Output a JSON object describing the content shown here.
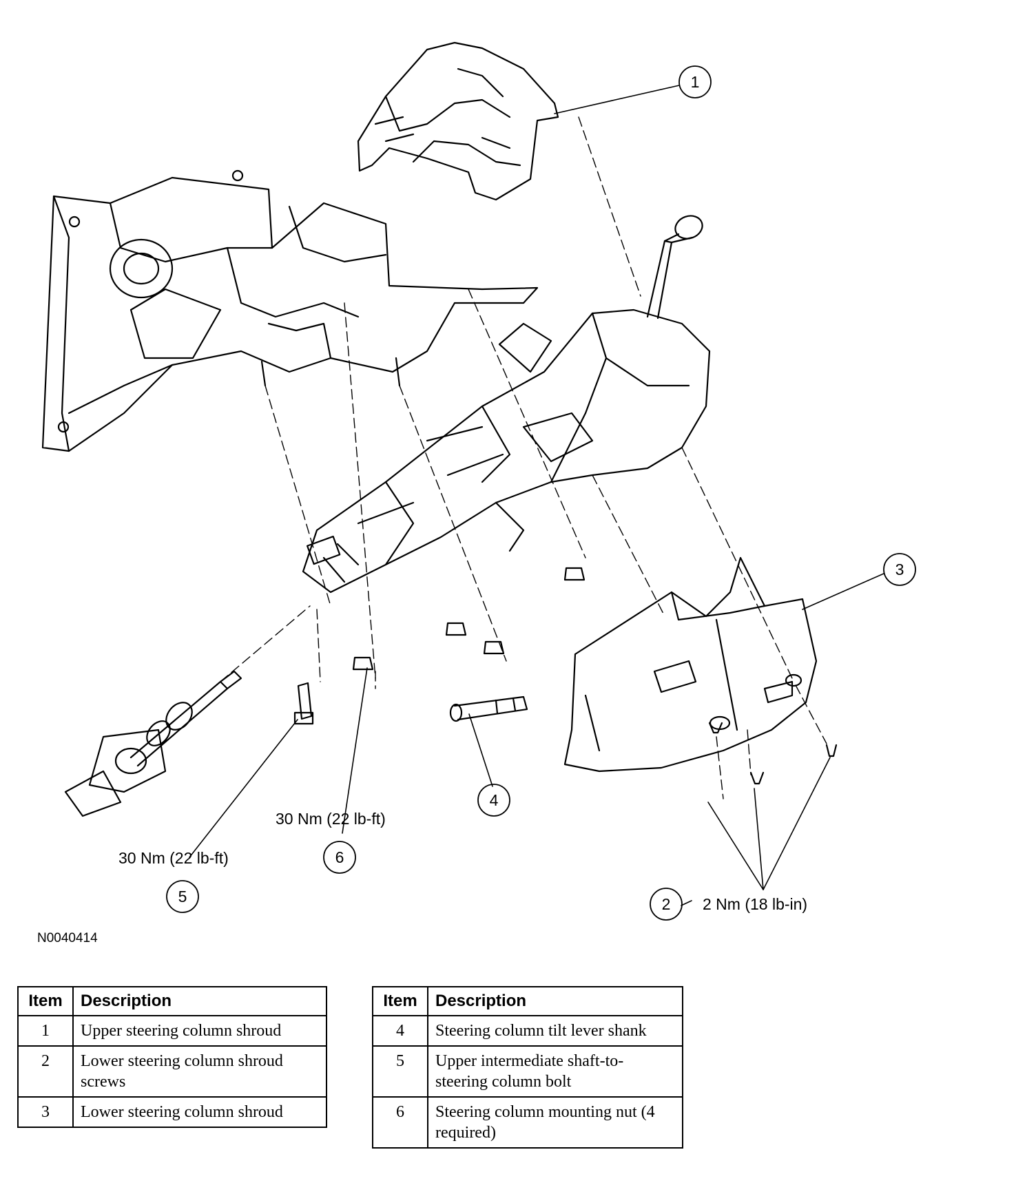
{
  "callouts": [
    {
      "number": "1"
    },
    {
      "number": "2",
      "torque": "2 Nm (18 lb-in)"
    },
    {
      "number": "3"
    },
    {
      "number": "4"
    },
    {
      "number": "5",
      "torque": "30 Nm (22 lb-ft)"
    },
    {
      "number": "6",
      "torque": "30 Nm (22 lb-ft)"
    }
  ],
  "reference_code": "N0040414",
  "legend": {
    "header_item": "Item",
    "header_description": "Description",
    "left": [
      {
        "item": "1",
        "description": "Upper steering column shroud"
      },
      {
        "item": "2",
        "description": "Lower steering column shroud screws"
      },
      {
        "item": "3",
        "description": "Lower steering column shroud"
      }
    ],
    "right": [
      {
        "item": "4",
        "description": "Steering column tilt lever shank"
      },
      {
        "item": "5",
        "description": "Upper intermediate shaft-to-steering column bolt"
      },
      {
        "item": "6",
        "description": "Steering column mounting nut (4 required)"
      }
    ]
  }
}
